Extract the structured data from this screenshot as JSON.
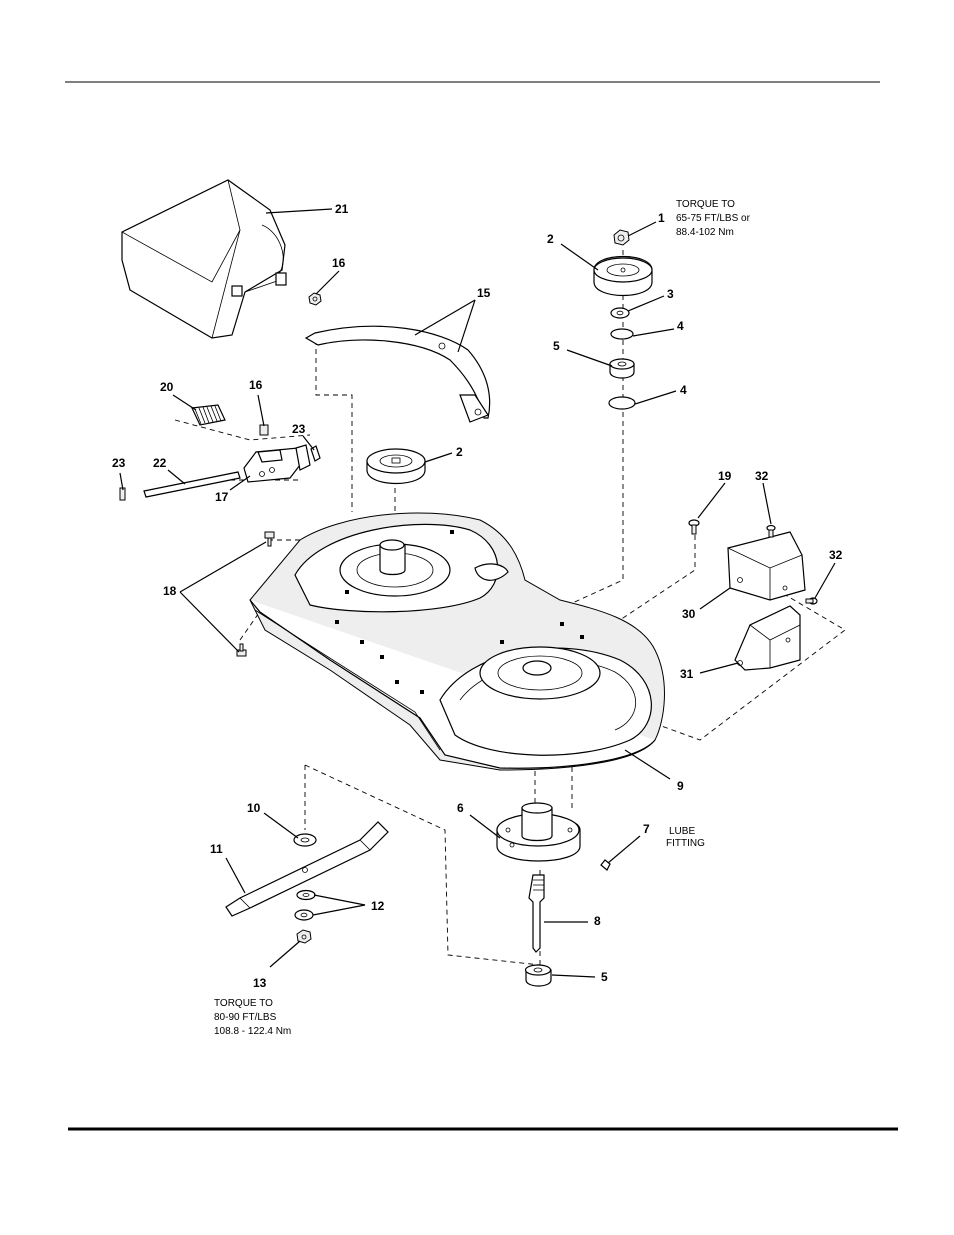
{
  "callouts": {
    "c1": "1",
    "c2a": "2",
    "c2b": "2",
    "c3": "3",
    "c4a": "4",
    "c4b": "4",
    "c5a": "5",
    "c5b": "5",
    "c6": "6",
    "c7": "7",
    "c8": "8",
    "c9": "9",
    "c10": "10",
    "c11": "11",
    "c12": "12",
    "c13": "13",
    "c15": "15",
    "c16a": "16",
    "c16b": "16",
    "c17": "17",
    "c18": "18",
    "c19": "19",
    "c20": "20",
    "c21": "21",
    "c22": "22",
    "c23a": "23",
    "c23b": "23",
    "c30": "30",
    "c31": "31",
    "c32a": "32",
    "c32b": "32"
  },
  "notes": {
    "torque_top": [
      "TORQUE TO",
      "65-75 FT/LBS or",
      "88.4-102 Nm"
    ],
    "lube": [
      "LUBE",
      "FITTING"
    ],
    "torque_bottom": [
      "TORQUE TO",
      "80-90 FT/LBS",
      "108.8 - 122.4 Nm"
    ]
  }
}
